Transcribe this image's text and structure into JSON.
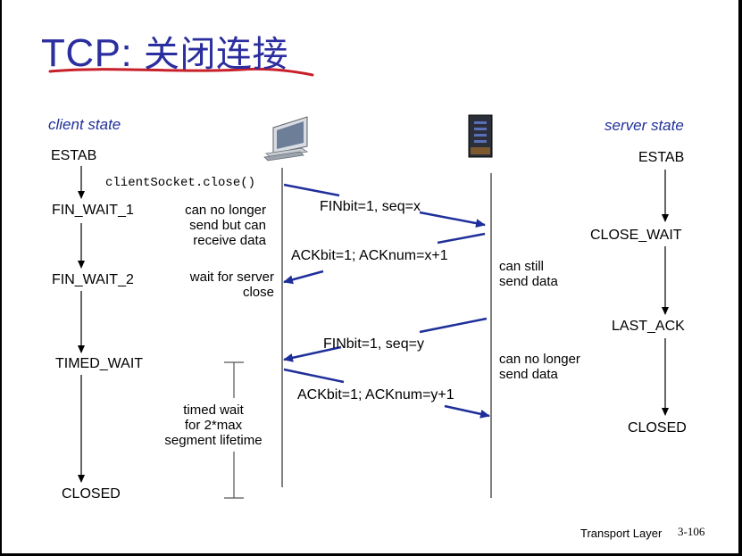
{
  "title": {
    "prefix": "TCP:",
    "cn": "关闭连接"
  },
  "headings": {
    "client_state": "client state",
    "server_state": "server state"
  },
  "client_states": {
    "estab": "ESTAB",
    "fin_wait_1": "FIN_WAIT_1",
    "fin_wait_2": "FIN_WAIT_2",
    "timed_wait": "TIMED_WAIT",
    "closed": "CLOSED"
  },
  "server_states": {
    "estab": "ESTAB",
    "close_wait": "CLOSE_WAIT",
    "last_ack": "LAST_ACK",
    "closed": "CLOSED"
  },
  "code": "clientSocket.close()",
  "notes": {
    "client_no_longer": [
      "can no longer",
      "send but can",
      "receive data"
    ],
    "wait_for_server": [
      "wait for server",
      "close"
    ],
    "timed_wait": [
      "timed wait",
      "for 2*max",
      "segment lifetime"
    ],
    "server_can_still": [
      "can still",
      "send data"
    ],
    "server_no_longer": [
      "can no longer",
      "send data"
    ]
  },
  "messages": {
    "fin_x": "FINbit=1, seq=x",
    "ack_x": "ACKbit=1; ACKnum=x+1",
    "fin_y": "FINbit=1, seq=y",
    "ack_y": "ACKbit=1; ACKnum=y+1"
  },
  "icons": {
    "client": "desktop-computer-icon",
    "server": "server-tower-icon"
  },
  "colors": {
    "title": "#2b2e9e",
    "title_underline": "#c8202a",
    "arrows": "#1f2f9a"
  },
  "footer": {
    "label": "Transport Layer",
    "page": "3-106"
  }
}
